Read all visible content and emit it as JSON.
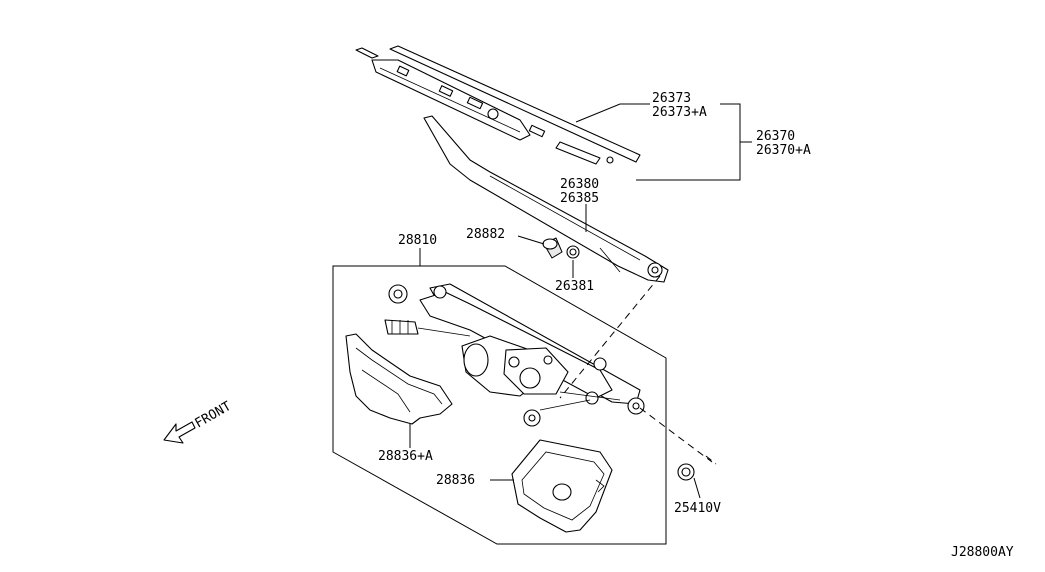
{
  "diagram": {
    "labels": {
      "p26373": "26373",
      "p26373a": "26373+A",
      "p26370": "26370",
      "p26370a": "26370+A",
      "p26380": "26380",
      "p26385": "26385",
      "p28882": "28882",
      "p26381": "26381",
      "p28810": "28810",
      "p28836a": "28836+A",
      "p28836": "28836",
      "p25410v": "25410V"
    },
    "front_label": "FRONT",
    "diagram_code": "J28800AY"
  }
}
